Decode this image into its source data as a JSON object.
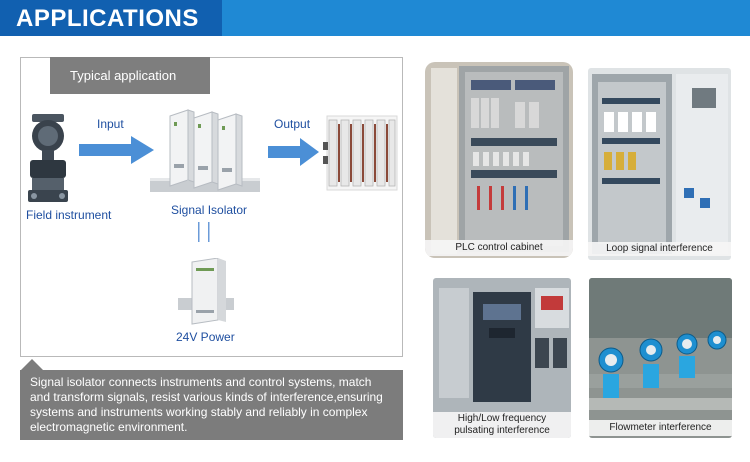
{
  "header": {
    "title": "APPLICATIONS"
  },
  "diagram": {
    "typical_label": "Typical application",
    "input_label": "Input",
    "output_label": "Output",
    "field_instrument_label": "Field instrument",
    "signal_isolator_label": "Signal Isolator",
    "power_label": "24V Power"
  },
  "description": "Signal isolator connects instruments and control systems, match and transform signals, resist various kinds of interference,ensuring systems and instruments working stably and reliably in complex electromagnetic environment.",
  "photos": [
    {
      "caption": "PLC control cabinet"
    },
    {
      "caption": "Loop signal interference"
    },
    {
      "caption": "High/Low frequency pulsating interference"
    },
    {
      "caption": "Flowmeter interference"
    }
  ],
  "colors": {
    "header_bg": "#1f89d4",
    "header_tab": "#1160b0",
    "arrow": "#4b8fd6",
    "label_text": "#1f4fa0"
  }
}
